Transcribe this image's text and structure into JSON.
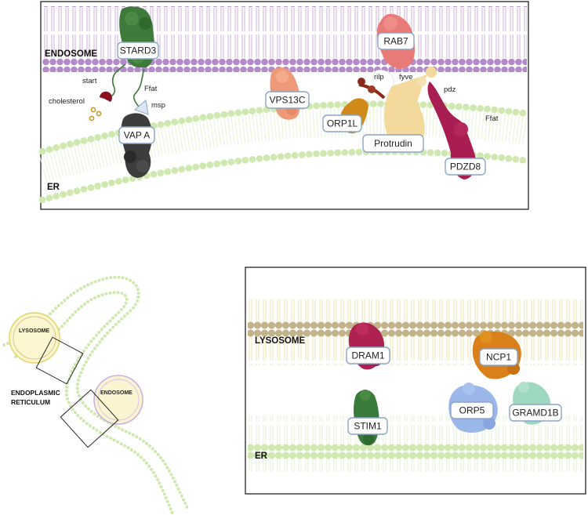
{
  "top_panel": {
    "membrane_labels": {
      "endosome": "ENDOSOME",
      "er": "ER"
    },
    "proteins": {
      "stard3": "STARD3",
      "vapa": "VAP A",
      "vps13c": "VPS13C",
      "rab7": "RAB7",
      "orp1l": "ORP1L",
      "protrudin": "Protrudin",
      "pdzd8": "PDZD8"
    },
    "domains": {
      "start": "start",
      "cholesterol": "cholesterol",
      "ffat1": "Ffat",
      "msp": "msp",
      "rilp": "rilp",
      "fyve": "fyve",
      "pdz": "pdz",
      "ffat2": "Ffat"
    }
  },
  "overview": {
    "lysosome": "LYSOSOME",
    "endosome": "ENDOSOME",
    "er_line1": "ENDOPLASMIC",
    "er_line2": "RETICULUM"
  },
  "bottom_panel": {
    "membrane_labels": {
      "lysosome": "LYSOSOME",
      "er": "ER"
    },
    "proteins": {
      "dram1": "DRAM1",
      "ncp1": "NCP1",
      "stim1": "STIM1",
      "orp5": "ORP5",
      "gramd1b": "GRAMD1B"
    }
  },
  "colors": {
    "endosome_membrane": "#b48ac8",
    "er_membrane": "#cfe8b0",
    "lysosome_membrane": "#c3b38a",
    "stard3": "#3e7a3a",
    "vapa": "#3d3d3d",
    "vps13c": "#ee9a78",
    "rab7": "#e87a78",
    "orp1l": "#d08a1a",
    "protrudin": "#f3d99b",
    "pdzd8": "#a81e52",
    "dram1": "#ad2250",
    "ncp1": "#d9801a",
    "stim1": "#3a7a3a",
    "orp5": "#9bb6e8",
    "gramd1b": "#9ed8c0"
  }
}
